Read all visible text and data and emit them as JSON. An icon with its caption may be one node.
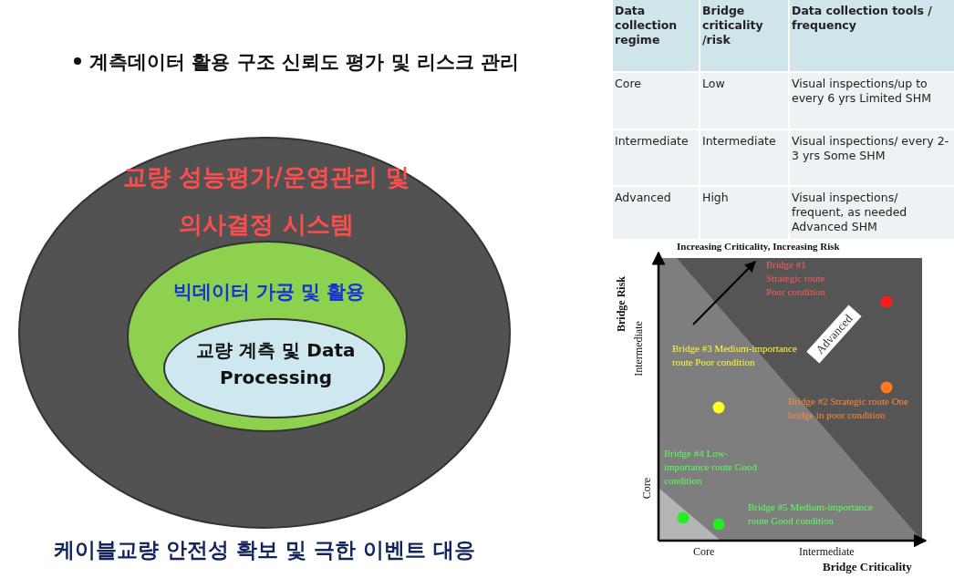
{
  "diagram": {
    "title": "계측데이터 활용 구조 신뢰도 평가 및 리스크 관리",
    "caption": "케이블교량 안전성 확보 및 극한 이벤트 대응",
    "nodes": [
      {
        "text": [
          "교량 성능평가/운영관리 및 의사결정 시스템"
        ]
      },
      {
        "text": [
          "빅데이터 가공 및 활용"
        ],
        "in": 0
      },
      {
        "text": [
          "교량 계측 및 Data Processing"
        ],
        "in": 1
      }
    ],
    "labels": [
      "Data collection regime",
      "Bridge criticality /risk",
      "Data collection tools / frequency",
      "Core",
      "Low",
      "Visual inspections/up to every 6 yrs Limited SHM",
      "Intermediate",
      "Intermediate",
      "Visual inspections/ every 2-3 yrs Some SHM",
      "Advanced",
      "High",
      "Visual inspections/ frequent, as needed Advanced SHM",
      "Increasing Criticality, Increasing Risk",
      "Bridge Risk",
      "Intermediate",
      "Core",
      "Bridge #1 Strategic route Poor condition",
      "Advanced",
      "Bridge #3 Medium-importance route Poor condition",
      "Bridge #2 Strategic route One bridge in poor condition",
      "Bridge #4 Low-importance route Good condition",
      "Bridge #5 Medium-importance route Good condition",
      "Core",
      "Intermediate",
      "Bridge Criticality"
    ]
  }
}
